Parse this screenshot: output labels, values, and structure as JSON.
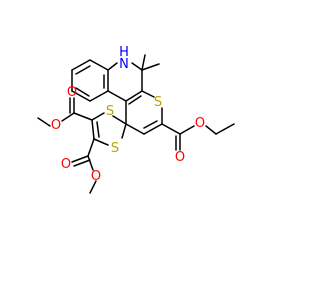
{
  "colors": {
    "bond": "#000000",
    "oxygen": "#ff0000",
    "sulfur": "#b8a400",
    "nitrogen": "#0000ff",
    "background": "#ffffff"
  },
  "atoms": {
    "n1": "N",
    "h1": "H",
    "s_thiopyran": "S",
    "s_dithiole_top": "S",
    "s_dithiole_bottom": "S",
    "o_ester_r_carbonyl": "O",
    "o_ester_r_ether": "O",
    "o_ester_l1_carbonyl": "O",
    "o_ester_l1_ether": "O",
    "o_ester_l2_carbonyl": "O",
    "o_ester_l2_ether": "O"
  }
}
